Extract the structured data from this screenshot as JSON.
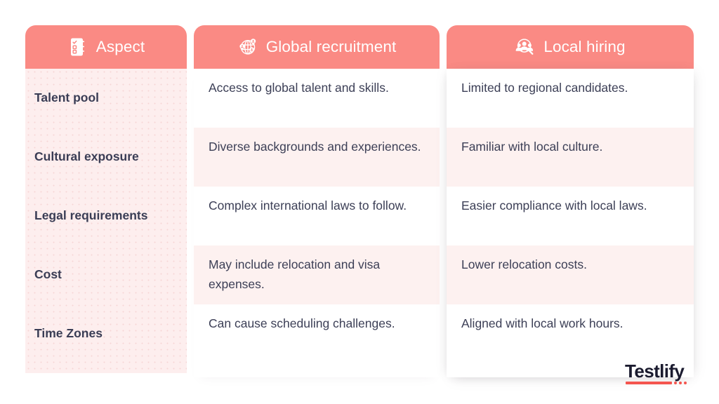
{
  "brand": {
    "logo_text": "Testlify",
    "accent_color": "#f4554e",
    "header_color": "#fa8a84",
    "text_color": "#3c3f56",
    "stripe_color": "#fdf1f0",
    "aspect_panel_color": "#fdeeee"
  },
  "table": {
    "columns": [
      {
        "id": "aspect",
        "label": "Aspect",
        "icon": "checklist-icon"
      },
      {
        "id": "global",
        "label": "Global recruitment",
        "icon": "globe-people-icon"
      },
      {
        "id": "local",
        "label": "Local hiring",
        "icon": "people-search-icon"
      }
    ],
    "rows": [
      {
        "aspect": "Talent pool",
        "global": "Access to global talent and skills.",
        "local": "Limited to regional candidates."
      },
      {
        "aspect": "Cultural exposure",
        "global": "Diverse backgrounds and experiences.",
        "local": "Familiar with local culture."
      },
      {
        "aspect": "Legal requirements",
        "global": "Complex international laws to follow.",
        "local": "Easier compliance with local laws."
      },
      {
        "aspect": "Cost",
        "global": "May include relocation and visa expenses.",
        "local": "Lower relocation costs."
      },
      {
        "aspect": "Time Zones",
        "global": "Can cause scheduling challenges.",
        "local": "Aligned with local work hours."
      }
    ]
  }
}
